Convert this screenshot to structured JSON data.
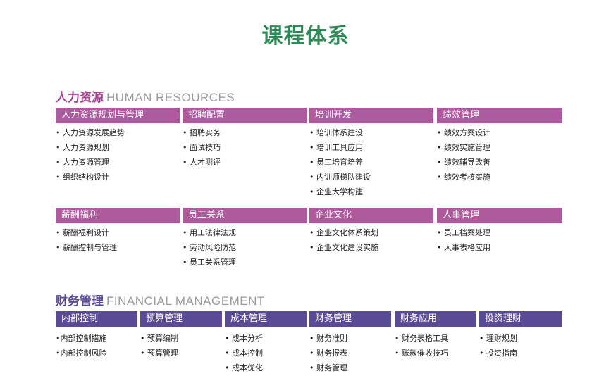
{
  "title": "课程体系",
  "sections": [
    {
      "title_cn": "人力资源",
      "title_en": "HUMAN RESOURCES",
      "color": "#b05a9e",
      "rows": [
        [
          {
            "header": "人力资源规划与管理",
            "items": [
              "人力资源发展趋势",
              "人力资源规划",
              "人力资源管理",
              "组织结构设计"
            ]
          },
          {
            "header": "招聘配置",
            "items": [
              "招聘实务",
              "面试技巧",
              "人才测评"
            ]
          },
          {
            "header": "培训开发",
            "items": [
              "培训体系建设",
              "培训工具应用",
              "员工培育培养",
              "内训师梯队建设",
              "企业大学构建"
            ]
          },
          {
            "header": "绩效管理",
            "items": [
              "绩效方案设计",
              "绩效实施管理",
              "绩效辅导改善",
              "绩效考核实施"
            ]
          }
        ],
        [
          {
            "header": "薪酬福利",
            "items": [
              "薪酬福利设计",
              "薪酬控制与管理"
            ]
          },
          {
            "header": "员工关系",
            "items": [
              "用工法律法规",
              "劳动风险防范",
              "员工关系管理"
            ]
          },
          {
            "header": "企业文化",
            "items": [
              "企业文化体系策划",
              "企业文化建设实施"
            ]
          },
          {
            "header": "人事管理",
            "items": [
              "员工档案处理",
              "人事表格应用"
            ]
          }
        ]
      ]
    },
    {
      "title_cn": "财务管理",
      "title_en": "FINANCIAL MANAGEMENT",
      "color": "#5a4b97",
      "rows": [
        [
          {
            "header": "内部控制",
            "items": [
              "内部控制措施",
              "内部控制风险"
            ]
          },
          {
            "header": "预算管理",
            "items": [
              "预算编制",
              "预算管理"
            ]
          },
          {
            "header": "成本管理",
            "items": [
              "成本分析",
              "成本控制",
              "成本优化"
            ]
          },
          {
            "header": "财务管理",
            "items": [
              "财务准则",
              "财务报表",
              "财务管理"
            ]
          },
          {
            "header": "财务应用",
            "items": [
              "财务表格工具",
              "账款催收技巧"
            ]
          },
          {
            "header": "投资理财",
            "items": [
              "理财规划",
              "投资指南"
            ]
          }
        ]
      ]
    }
  ]
}
